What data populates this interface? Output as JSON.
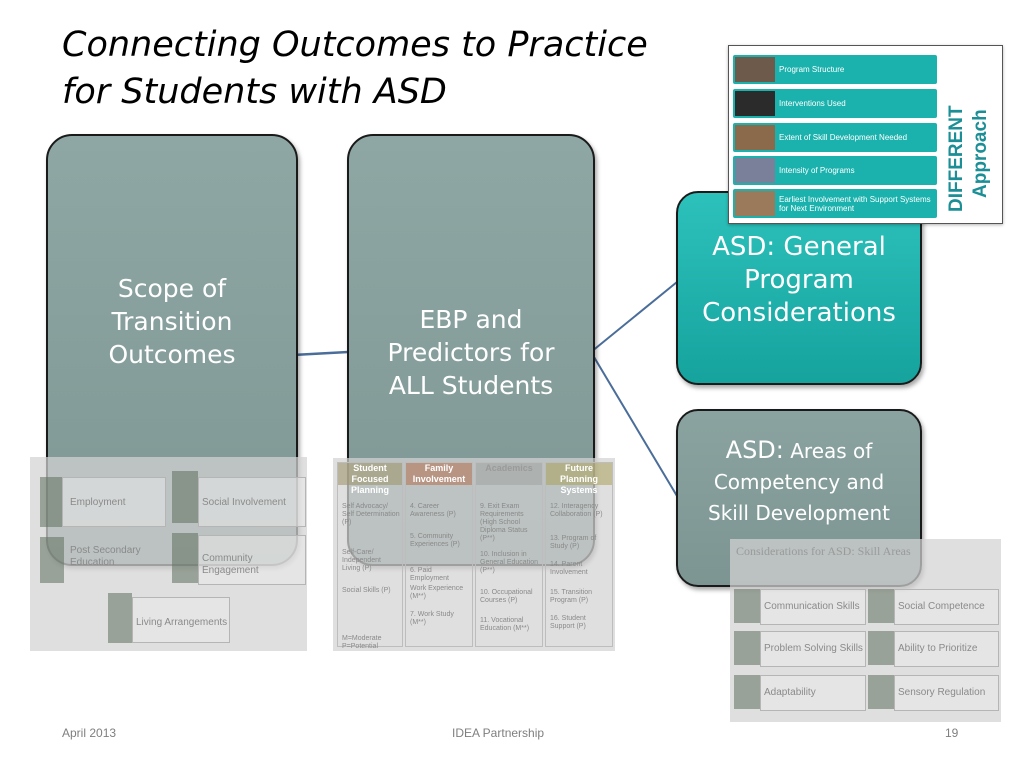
{
  "slide": {
    "title_lines": [
      "Connecting Outcomes to Practice",
      "for Students with ASD"
    ]
  },
  "boxes": {
    "scope": [
      "Scope of",
      "Transition",
      "Outcomes"
    ],
    "ebp": [
      "EBP and",
      "Predictors for",
      "ALL Students"
    ],
    "general": [
      "ASD: General",
      "Program",
      "Considerations"
    ],
    "areas": {
      "lead": "ASD:",
      "rest": "Areas of",
      "line2": "Competency and",
      "line3": "Skill Development"
    }
  },
  "outcomes_overlay": {
    "items": [
      "Employment",
      "Social Involvement",
      "Post Secondary Education",
      "Community Engagement",
      "Living Arrangements"
    ]
  },
  "ebp_overlay": {
    "headers": [
      "Student Focused Planning",
      "Family Involvement",
      "Academics",
      "Future Planning Systems"
    ],
    "col1": [
      "Self Advocacy/ Self Determination (P)",
      "Self-Care/ Independent Living (P)",
      "Social Skills (P)"
    ],
    "col2": [
      "4. Career Awareness (P)",
      "5. Community Experiences (P)",
      "6. Paid Employment",
      "Work Experience (M**)",
      "7. Work Study (M**)"
    ],
    "col3": [
      "9. Exit Exam Requirements (High School Diploma Status (P**)",
      "10. Inclusion in General Education (P**)",
      "10. Occupational Courses (P)",
      "11. Vocational Education (M**)"
    ],
    "col4": [
      "12. Interagency Collaboration (P)",
      "13. Program of Study (P)",
      "14. Parent Involvement",
      "15. Transition Program (P)",
      "16. Student Support (P)"
    ],
    "legend": [
      "M=Moderate",
      "P=Potential"
    ]
  },
  "areas_overlay": {
    "title": "Considerations for ASD: Skill Areas",
    "items": [
      "Communication Skills",
      "Social Competence",
      "Problem Solving Skills",
      "Ability to Prioritize",
      "Adaptability",
      "Sensory Regulation"
    ]
  },
  "inset": {
    "items": [
      "Program Structure",
      "Interventions Used",
      "Extent of Skill Development Needed",
      "Intensity of Programs",
      "Earliest Involvement with Support Systems for Next Environment"
    ],
    "vertical_1": "DIFFERENT",
    "vertical_2": "Approach",
    "accent": "#1bb2ad"
  },
  "footer": {
    "date": "April 2013",
    "center": "IDEA Partnership",
    "page": "19"
  },
  "colors": {
    "grey_box": "#8fa7a4",
    "teal_box": "#1fb4ae",
    "connector": "#4a6d9a"
  }
}
